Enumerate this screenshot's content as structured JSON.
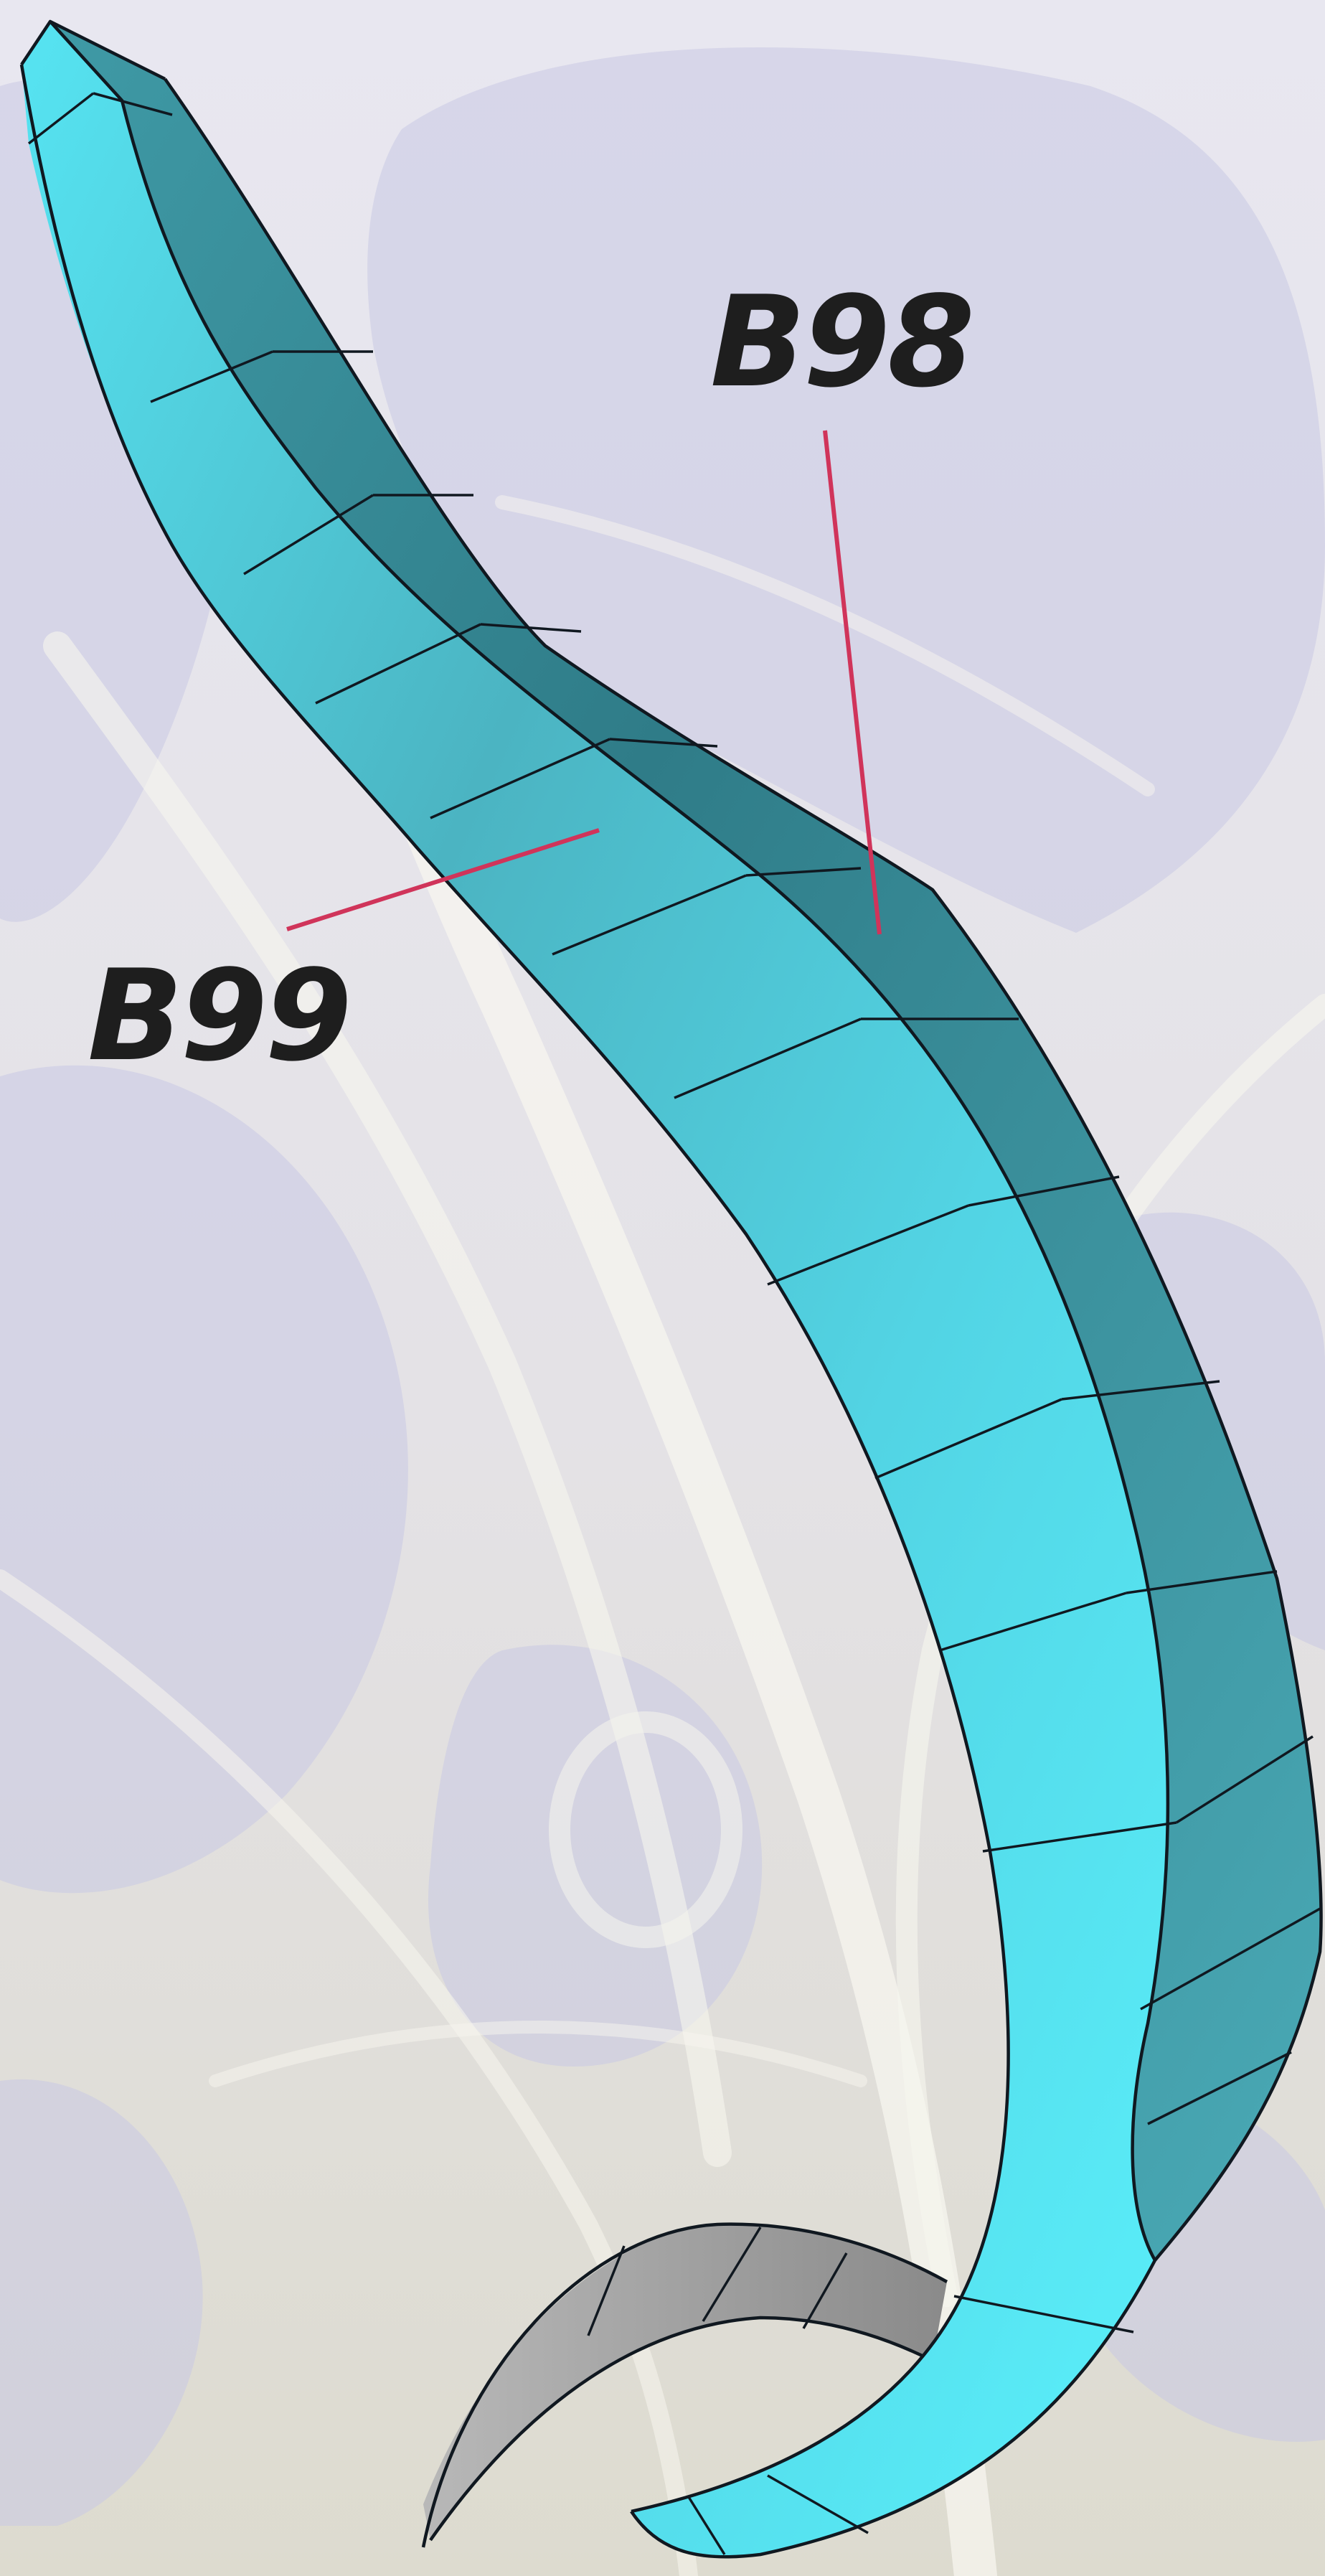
{
  "viewport": {
    "background_top": "#e6e5ee",
    "background_bottom": "#dedcd0"
  },
  "model": {
    "part_a_color": "#56e4f2",
    "part_a_shadow": "#4aa9b6",
    "part_b_color": "#3f9aa6",
    "part_b_shadow": "#2f7c88",
    "tail_color": "#9a9a9a",
    "edge_color": "#101820",
    "ghost_color": "#c9c8e3"
  },
  "callouts": [
    {
      "id": "b98",
      "label": "B98",
      "line_color": "#d0345a"
    },
    {
      "id": "b99",
      "label": "B99",
      "line_color": "#d0345a"
    }
  ]
}
